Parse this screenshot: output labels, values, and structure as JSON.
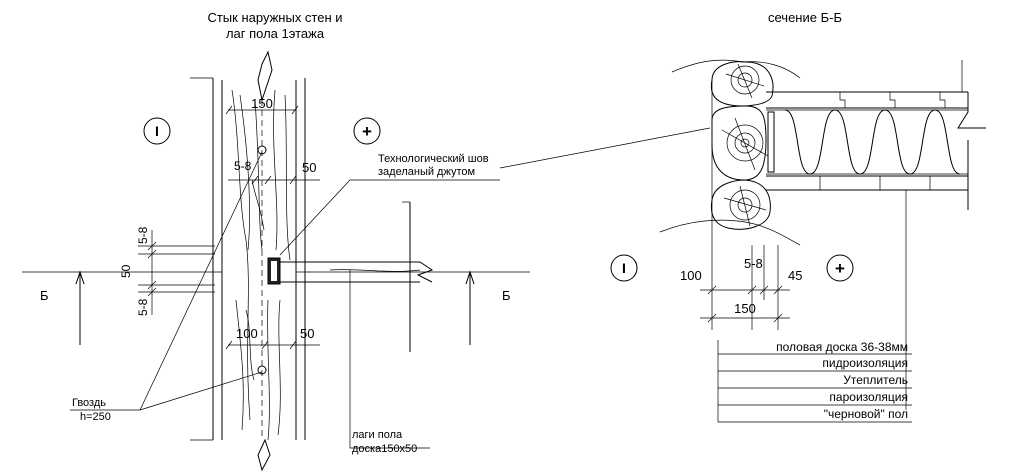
{
  "left_drawing": {
    "title_line1": "Стык наружных стен и",
    "title_line2": "лаг пола 1этажа",
    "axis_minus": "I",
    "axis_plus": "+",
    "dim_150": "150",
    "dim_5_8_top": "5-8",
    "dim_50_top": "50",
    "dim_5_8_v1": "5-8",
    "dim_50_v": "50",
    "dim_5_8_v2": "5-8",
    "dim_100": "100",
    "dim_50_bottom": "50",
    "section_left": "Б",
    "section_right": "Б",
    "note_seam_1": "Технологический шов",
    "note_seam_2": "заделаный джутом",
    "note_nail_1": "Гвоздь",
    "note_nail_2": "h=250",
    "note_joist_1": "лаги пола",
    "note_joist_2": "доска150х50"
  },
  "right_drawing": {
    "title": "сечение Б-Б",
    "axis_minus": "I",
    "axis_plus": "+",
    "dim_100": "100",
    "dim_5_8": "5-8",
    "dim_45": "45",
    "dim_150": "150",
    "layers": [
      "половая доска 36-38мм",
      "пидроизоляция",
      "Утеплитель",
      "пароизоляция",
      "\"черновой\" пол"
    ]
  }
}
